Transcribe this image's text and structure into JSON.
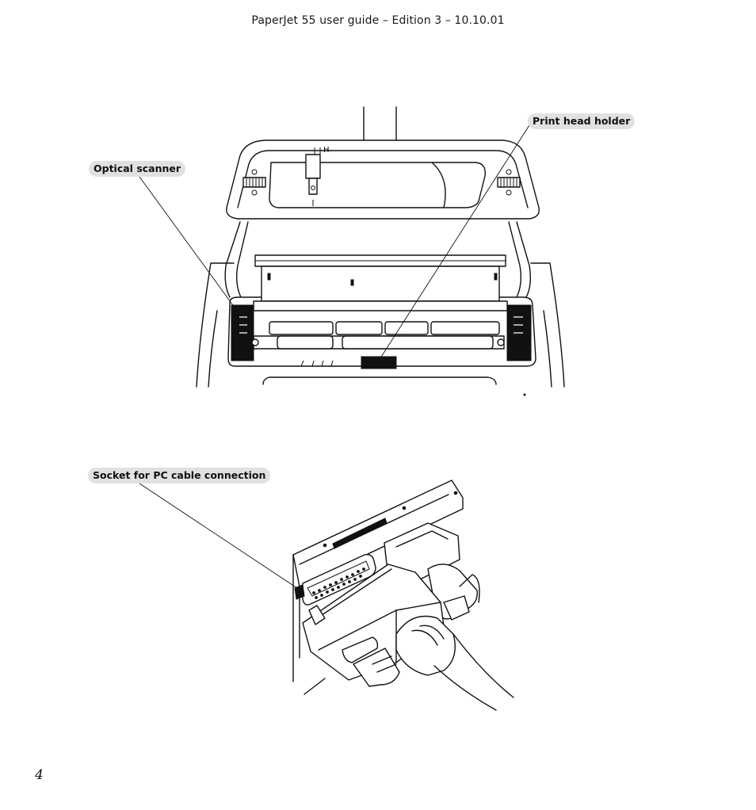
{
  "header": {
    "title": "PaperJet 55 user guide – Edition 3 – 10.10.01"
  },
  "labels": {
    "optical_scanner": "Optical scanner",
    "print_head_holder": "Print head holder",
    "socket": "Socket for PC cable connection"
  },
  "footer": {
    "page_number": "4"
  }
}
